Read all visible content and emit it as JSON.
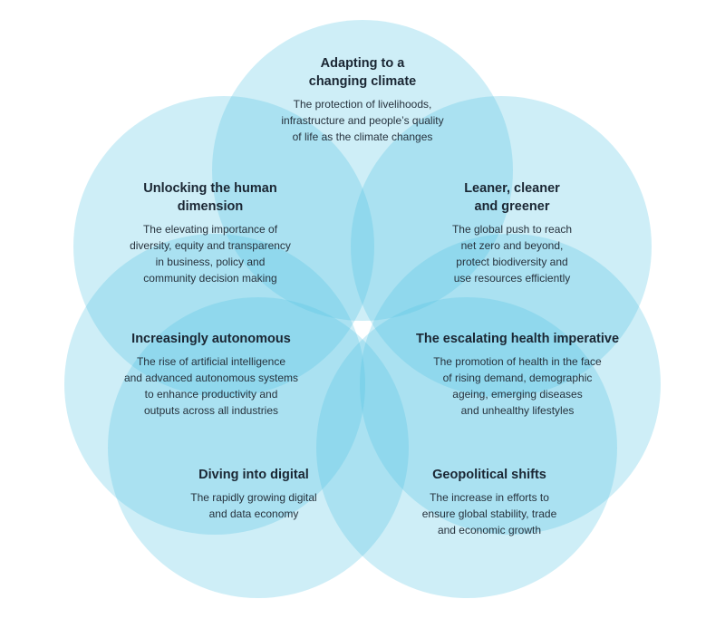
{
  "diagram": {
    "theme_color": "#4fc3e3",
    "segments": [
      {
        "id": "adapting",
        "title": "Adapting to a\nchanging climate",
        "description": "The protection of livelihoods,\ninfrastructure and people’s quality\nof life as the climate changes"
      },
      {
        "id": "leaner",
        "title": "Leaner, cleaner\nand greener",
        "description": "The global push to reach\nnet zero and beyond,\nprotect biodiversity and\nuse resources efficiently"
      },
      {
        "id": "health",
        "title": "The escalating health imperative",
        "description": "The promotion of health in the face\nof rising demand, demographic\nageing, emerging diseases\nand unhealthy lifestyles"
      },
      {
        "id": "geopolitical",
        "title": "Geopolitical shifts",
        "description": "The increase in efforts to\nensure global stability, trade\nand economic growth"
      },
      {
        "id": "digital",
        "title": "Diving into digital",
        "description": "The rapidly growing digital\nand data economy"
      },
      {
        "id": "autonomous",
        "title": "Increasingly autonomous",
        "description": "The rise of artificial intelligence\nand advanced autonomous systems\nto enhance productivity and\noutputs across all industries"
      },
      {
        "id": "human",
        "title": "Unlocking the human\ndimension",
        "description": "The elevating importance of\ndiversity, equity and transparency\nin business, policy and\ncommunity decision making"
      }
    ]
  }
}
